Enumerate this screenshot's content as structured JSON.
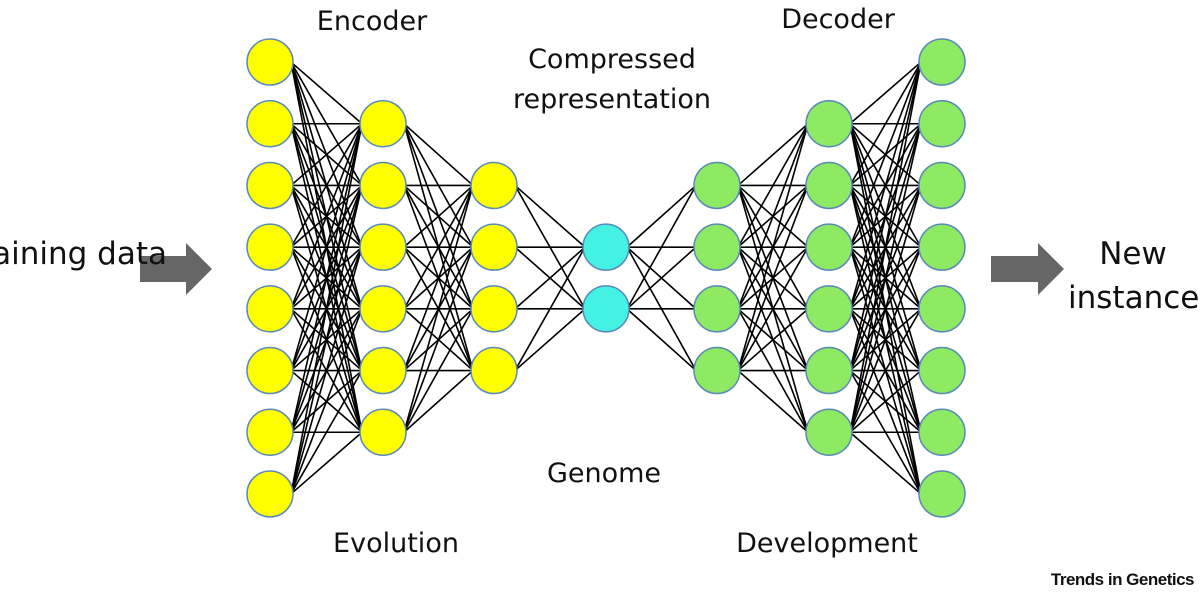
{
  "labels": {
    "input": "Training data",
    "output": "New instances",
    "encoder": "Encoder",
    "decoder": "Decoder",
    "compressed": "Compressed representation",
    "genome": "Genome",
    "evolution": "Evolution",
    "development": "Development",
    "brand": "Trends in Genetics"
  },
  "network": {
    "layers": [
      {
        "name": "encoder-input",
        "nodes": 8,
        "color": "#ffff00"
      },
      {
        "name": "encoder-hidden-1",
        "nodes": 6,
        "color": "#ffff00"
      },
      {
        "name": "encoder-hidden-2",
        "nodes": 4,
        "color": "#ffff00"
      },
      {
        "name": "bottleneck",
        "nodes": 2,
        "color": "#44f2e4"
      },
      {
        "name": "decoder-hidden-1",
        "nodes": 4,
        "color": "#8eea62"
      },
      {
        "name": "decoder-hidden-2",
        "nodes": 6,
        "color": "#8eea62"
      },
      {
        "name": "decoder-output",
        "nodes": 8,
        "color": "#8eea62"
      }
    ],
    "node_stroke": "#5a8ab8",
    "edge_color": "#000000",
    "arrow_color": "#666666"
  }
}
